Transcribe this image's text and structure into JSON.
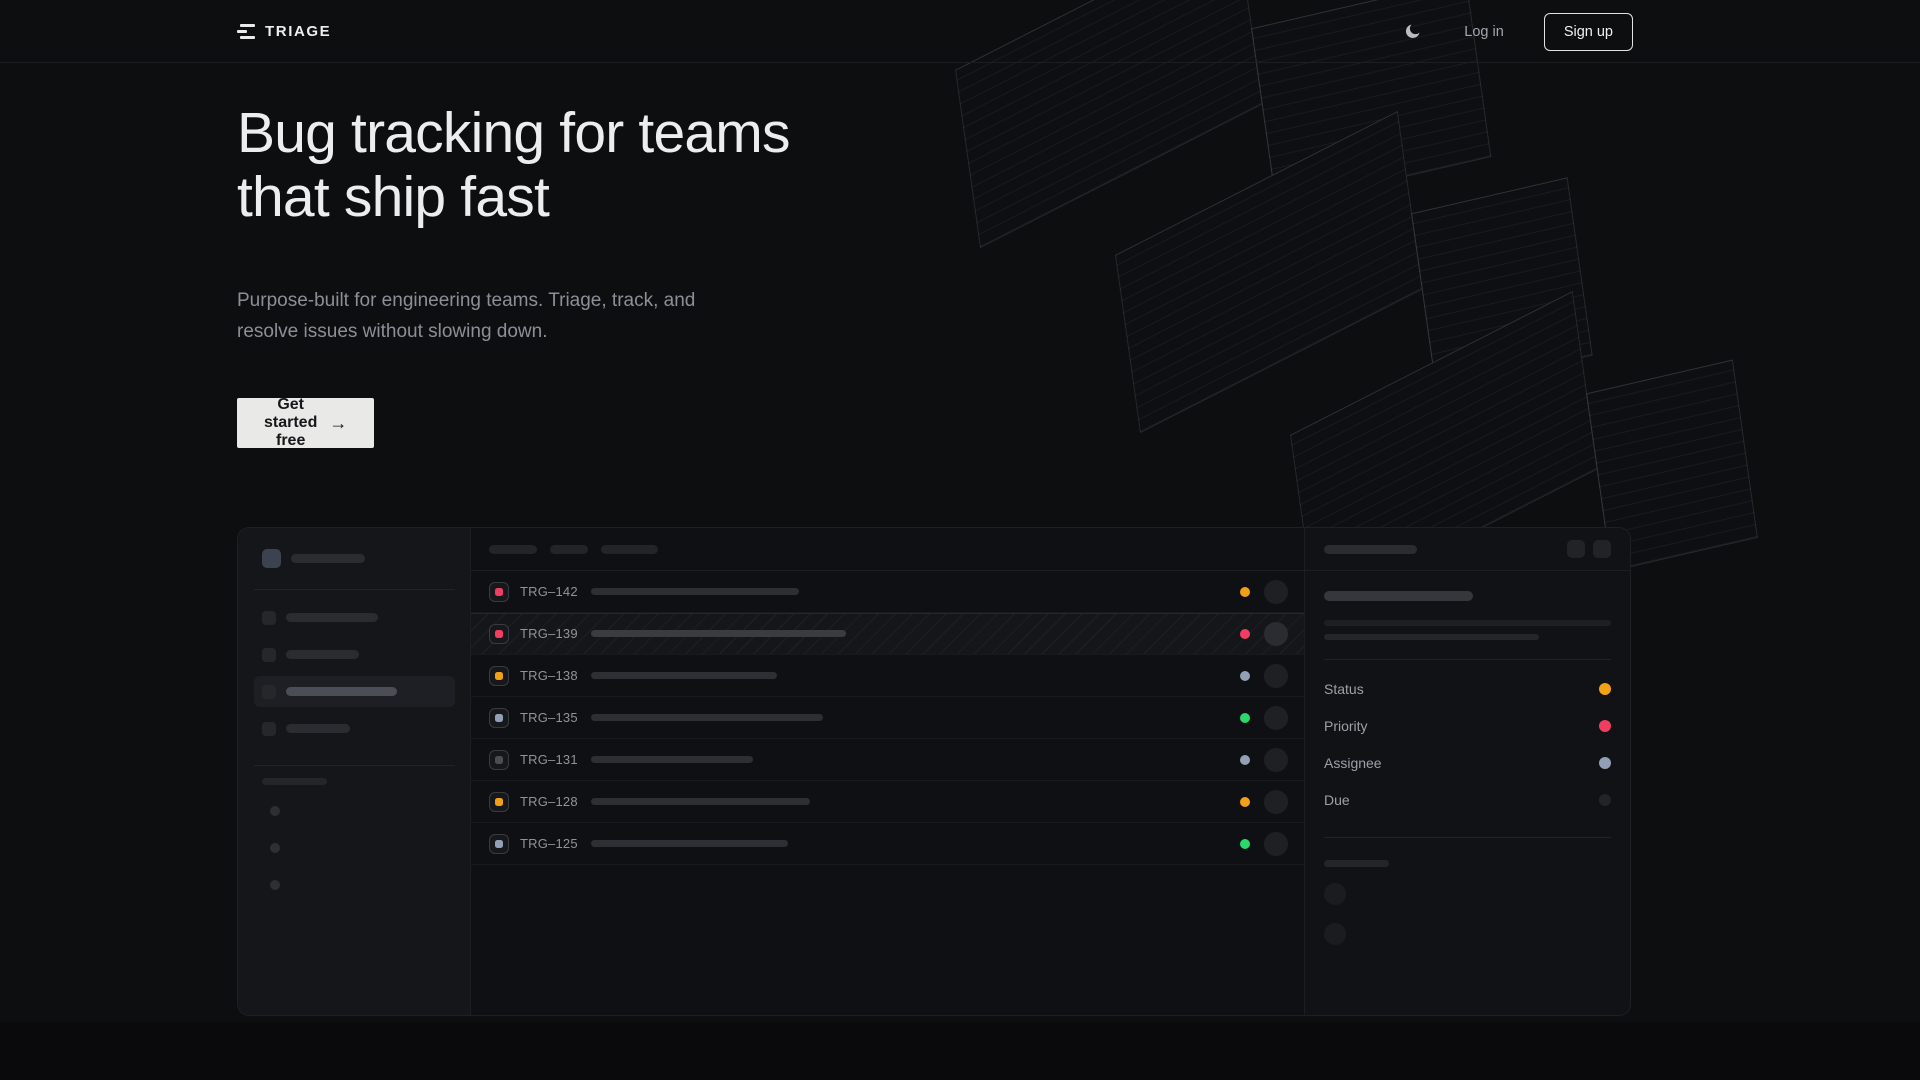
{
  "nav": {
    "brand": "TRIAGE",
    "theme_toggle_icon": "moon-icon",
    "login_label": "Log in",
    "signup_label": "Sign up"
  },
  "hero": {
    "heading_line1": "Bug tracking for teams",
    "heading_line2": "that ship fast",
    "subtext_line1": "Purpose-built for engineering teams. Triage, track, and",
    "subtext_line2": "resolve issues without slowing down.",
    "cta_label": "Get started free",
    "cta_arrow": "→"
  },
  "preview": {
    "issues": [
      {
        "id": "TRG–142",
        "icon_color": "#f03e63",
        "dot_color": "#f2a117",
        "title_width": 208,
        "selected": false
      },
      {
        "id": "TRG–139",
        "icon_color": "#f03e63",
        "dot_color": "#f03e63",
        "title_width": 255,
        "selected": true
      },
      {
        "id": "TRG–138",
        "icon_color": "#f2a117",
        "dot_color": "#939fb4",
        "title_width": 186,
        "selected": false
      },
      {
        "id": "TRG–135",
        "icon_color": "#939fb4",
        "dot_color": "#2bd96a",
        "title_width": 232,
        "selected": false
      },
      {
        "id": "TRG–131",
        "icon_color": "#4b4d53",
        "dot_color": "#939fb4",
        "title_width": 162,
        "selected": false
      },
      {
        "id": "TRG–128",
        "icon_color": "#f2a117",
        "dot_color": "#f2a117",
        "title_width": 219,
        "selected": false
      },
      {
        "id": "TRG–125",
        "icon_color": "#939fb4",
        "dot_color": "#2bd96a",
        "title_width": 197,
        "selected": false
      }
    ],
    "panel_fields": [
      {
        "label": "Status",
        "dot_color": "#f2a117"
      },
      {
        "label": "Priority",
        "dot_color": "#f03e63"
      },
      {
        "label": "Assignee",
        "dot_color": "#939fb4"
      },
      {
        "label": "Due",
        "dot_color": "#232428"
      }
    ]
  },
  "colors": {
    "background": "#0d0e10",
    "status_amber": "#f2a117",
    "status_pink": "#f03e63",
    "status_blue_gray": "#939fb4",
    "status_green": "#2bd96a",
    "cta_background": "#e9e9e7"
  }
}
